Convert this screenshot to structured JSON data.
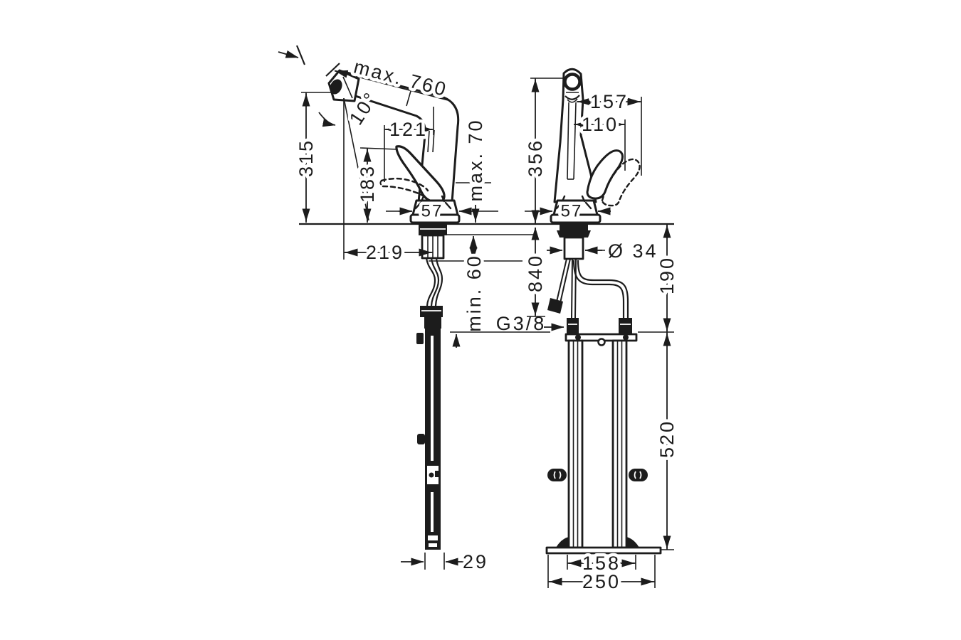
{
  "drawing": {
    "background": "#ffffff",
    "ink": "#1c1c1c",
    "left_view": {
      "pullout_hose_length": "max. 760",
      "spout_angle": "10°",
      "spout_offset": "121",
      "spout_height": "315",
      "handle_height": "183",
      "spray_height": "max. 70",
      "base_width": "57",
      "spout_reach": "219",
      "min_clearance": "min. 60",
      "hose_diameter": "29"
    },
    "center": {
      "connection_thread": "G3/8"
    },
    "right_view": {
      "handle_swing": "157",
      "handle_length": "110",
      "total_height": "356",
      "base_width": "57",
      "hose_length": "840",
      "shank_diameter": "Ø 34",
      "clearance_below": "190",
      "sbox_height": "520",
      "sbox_width": "158",
      "baseplate_width": "250"
    }
  }
}
